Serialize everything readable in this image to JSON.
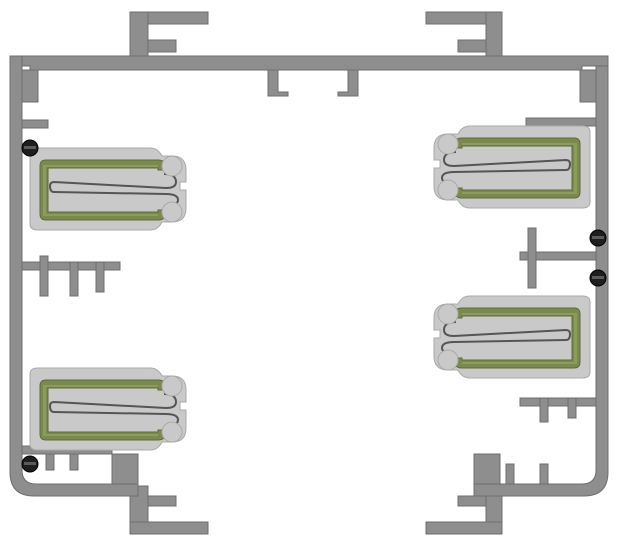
{
  "figure": {
    "kind": "track-profile-cross-section"
  },
  "colors": {
    "background": "#ffffff",
    "profile": "#8e8e8e",
    "profile_dark": "#6f6f6f",
    "insulator": "#c9c9c9",
    "insulator_edge": "#a9a9a9",
    "conductor_outer": "#7a8a4e",
    "conductor_inner": "#9aab68",
    "spring": "#555555",
    "screw": "#1e1e1e"
  },
  "components": {
    "conductor_slots": 4,
    "screws": 4,
    "mounting_flanges": 4
  }
}
